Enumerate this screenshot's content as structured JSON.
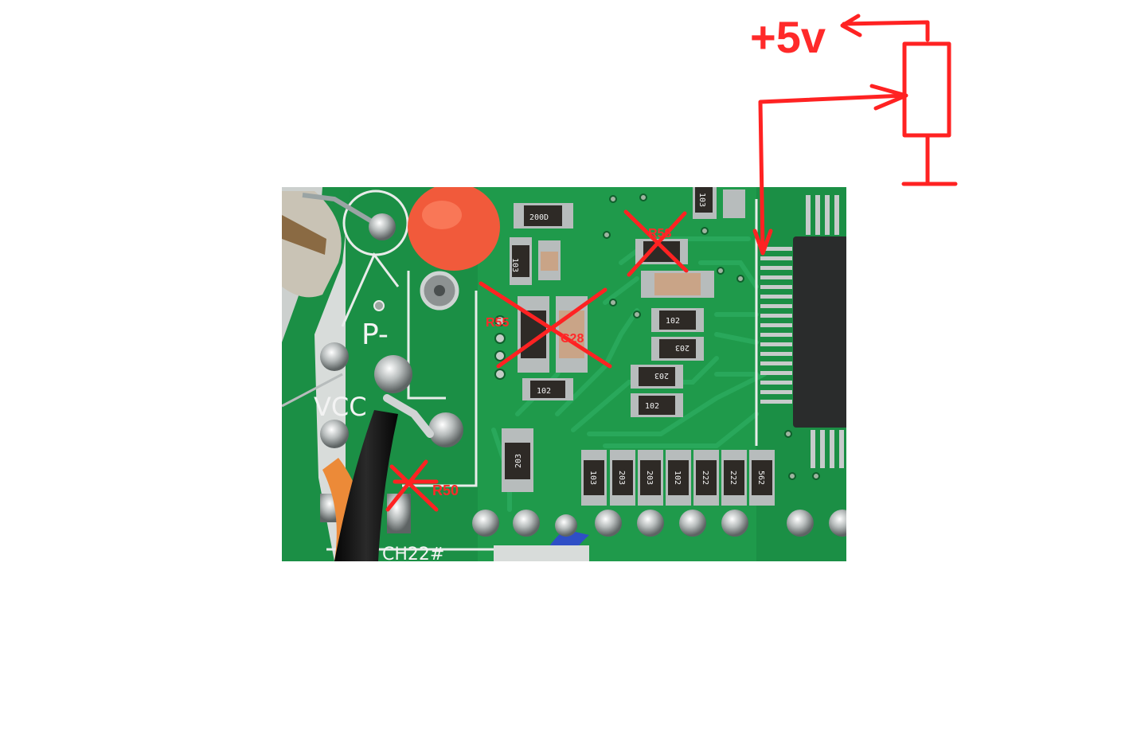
{
  "colors": {
    "background": "#ffffff",
    "pcb": "#1b8f45",
    "trace": "#27a458",
    "silkscreen": "#f3f3f3",
    "annotation": "#ff2222",
    "smd": "#2e2a26"
  },
  "silkscreen": {
    "p_label": "P-",
    "vcc_label": "VCC",
    "board_mark": "CH22#"
  },
  "chips": {
    "top_left": "200D",
    "r1": "103",
    "r_mid": "102",
    "r_top_right": "103",
    "r2": "102",
    "r3": "203",
    "r4": "203",
    "r5": "102",
    "bottom_left": "203",
    "row": [
      "103",
      "203",
      "203",
      "102",
      "222",
      "222",
      "562"
    ]
  },
  "annotations": {
    "voltage": "+5v",
    "r55": "R55",
    "c28": "C28",
    "r58": "R58",
    "r50": "R50"
  }
}
